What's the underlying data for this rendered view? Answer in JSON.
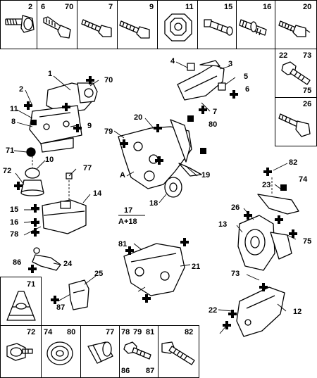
{
  "diagram": {
    "top_row": [
      {
        "part": "2"
      },
      {
        "part": "6"
      },
      {
        "part": "70"
      },
      {
        "part": "7"
      },
      {
        "part": "9"
      },
      {
        "part": "11"
      },
      {
        "part": "15"
      },
      {
        "part": "16"
      },
      {
        "part": "20"
      }
    ],
    "right_column": [
      {
        "parts": [
          "22",
          "73",
          "75"
        ]
      },
      {
        "parts": [
          "26"
        ]
      }
    ],
    "bottom_row": [
      {
        "parts": [
          "72"
        ]
      },
      {
        "parts": [
          "74",
          "80"
        ]
      },
      {
        "parts": [
          "77"
        ]
      },
      {
        "parts": [
          "78",
          "79",
          "81",
          "86",
          "87"
        ]
      },
      {
        "parts": [
          "82"
        ]
      }
    ],
    "left_box": {
      "part": "71"
    },
    "callouts": [
      "1",
      "2",
      "11",
      "8",
      "70",
      "9",
      "71",
      "10",
      "77",
      "72",
      "14",
      "15",
      "16",
      "78",
      "4",
      "3",
      "5",
      "6",
      "7",
      "20",
      "80",
      "79",
      "A",
      "19",
      "18",
      "17",
      "A+18",
      "82",
      "23",
      "74",
      "26",
      "13",
      "75",
      "81",
      "21",
      "86",
      "24",
      "25",
      "87",
      "73",
      "22",
      "12"
    ]
  }
}
